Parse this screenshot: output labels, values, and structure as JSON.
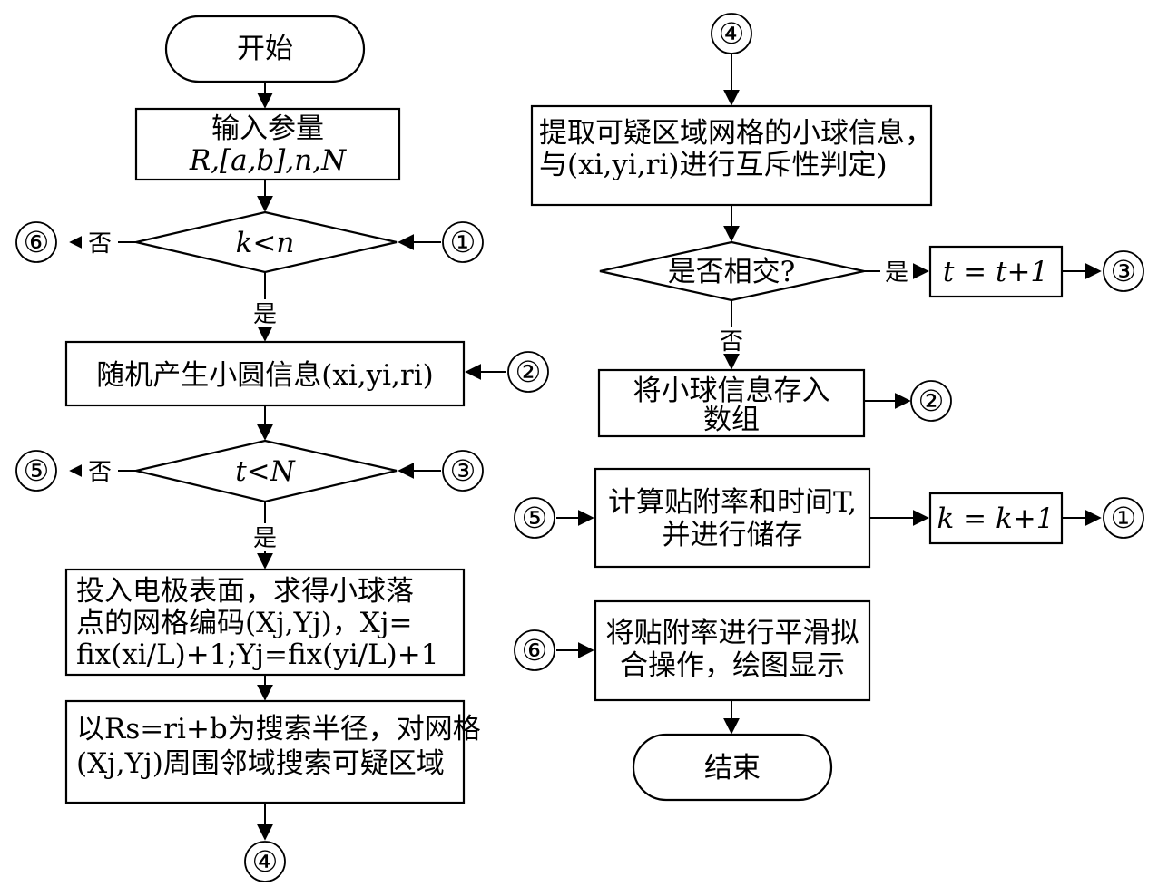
{
  "nodes": {
    "start": "开始",
    "input_line1": "输入参量",
    "input_line2": "R,[a,b],n,N",
    "cond_k": "k<n",
    "gen_circle": "随机产生小圆信息(xi,yi,ri)",
    "cond_t": "t<N",
    "project_line1": "投入电极表面，求得小球落",
    "project_line2": "点的网格编码(Xj,Yj)，Xj=",
    "project_line3": "fix(xi/L)+1;Yj=fix(yi/L)+1",
    "search_line1": "以Rs=ri+b为搜索半径，对网格",
    "search_line2": "(Xj,Yj)周围邻域搜索可疑区域",
    "extract_line1": "提取可疑区域网格的小球信息，",
    "extract_line2": "与(xi,yi,ri)进行互斥性判定)",
    "cond_intersect": "是否相交?",
    "t_incr": "t = t+1",
    "store_line1": "将小球信息存入",
    "store_line2": "数组",
    "compute_line1": "计算贴附率和时间T,",
    "compute_line2": "并进行储存",
    "k_incr": "k = k+1",
    "smooth_line1": "将贴附率进行平滑拟",
    "smooth_line2": "合操作，绘图显示",
    "end": "结束"
  },
  "labels": {
    "yes": "是",
    "no": "否"
  },
  "connectors": {
    "c1": "①",
    "c2": "②",
    "c3": "③",
    "c4": "④",
    "c5": "⑤",
    "c6": "⑥"
  }
}
